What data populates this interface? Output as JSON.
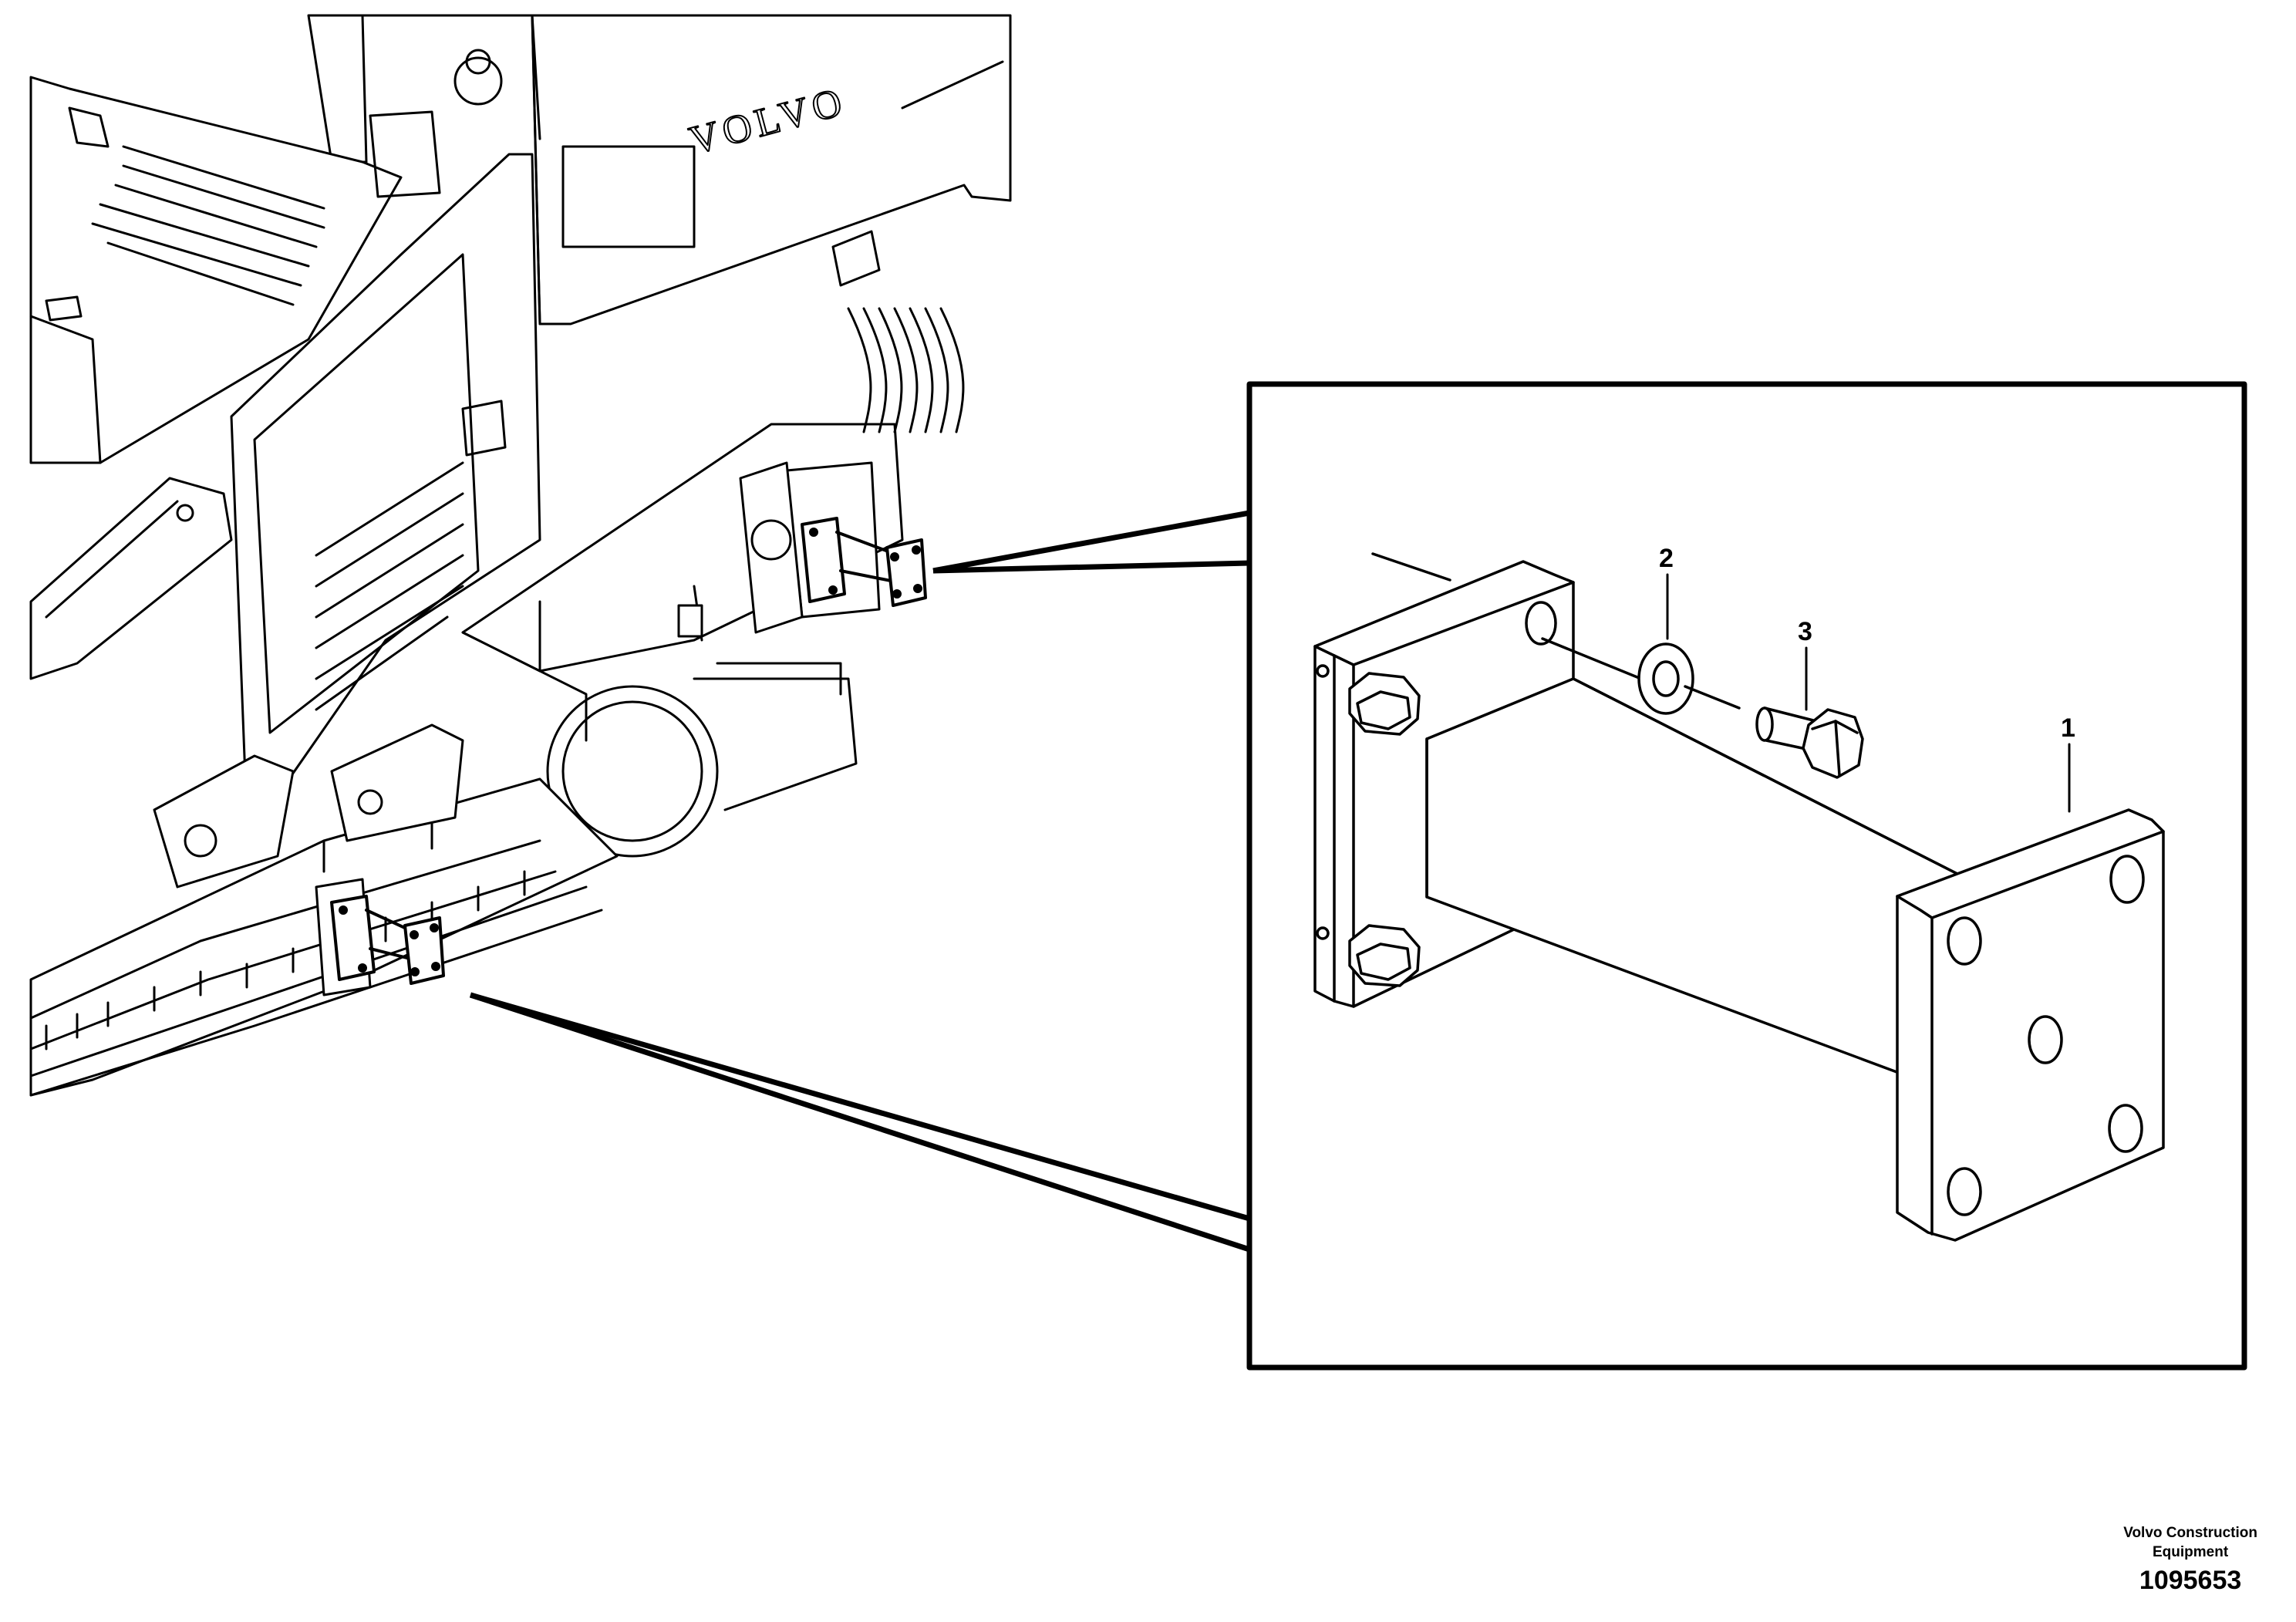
{
  "labels": {
    "part_1": "1",
    "part_2": "2",
    "part_3": "3"
  },
  "watermark": "VOLVO",
  "footer": {
    "brand_line1": "Volvo Construction",
    "brand_line2": "Equipment",
    "doc_number": "1095653"
  }
}
